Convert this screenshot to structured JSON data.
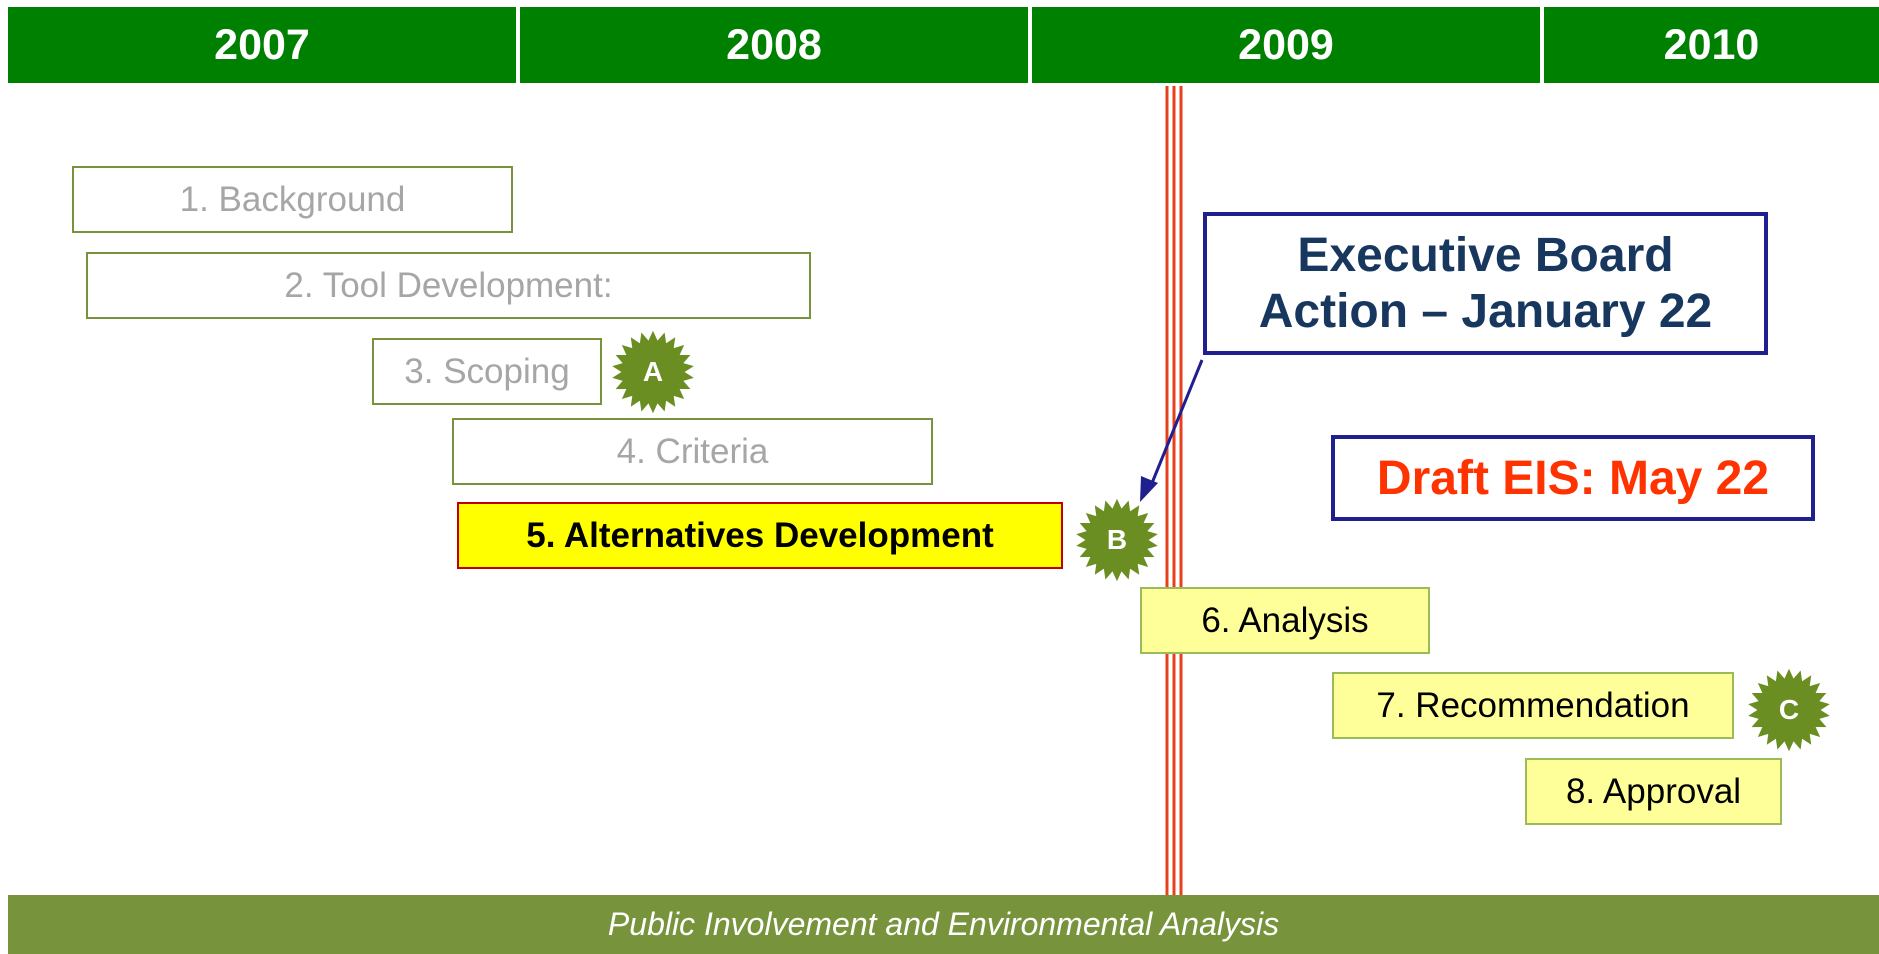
{
  "years": [
    "2007",
    "2008",
    "2009",
    "2010"
  ],
  "tasks": [
    "1. Background",
    "2. Tool Development:",
    "3. Scoping",
    "4. Criteria",
    "5. Alternatives Development",
    "6. Analysis",
    "7. Recommendation",
    "8. Approval"
  ],
  "milestones": [
    "A",
    "B",
    "C"
  ],
  "callouts": {
    "executive_board": "Executive Board Action – January 22",
    "draft_eis": "Draft EIS: May 22"
  },
  "footer": "Public Involvement and Environmental Analysis",
  "colors": {
    "year_header": "#008000",
    "completed_task_text": "#a6a6a6",
    "upcoming_task_fill": "#ffff99",
    "current_task_fill": "#ffff00",
    "milestone_fill": "#6b8e23",
    "today_line": "#e8401c",
    "callout_text_blue": "#17375e",
    "callout_text_red": "#ff3300",
    "footer_band": "#77933c"
  }
}
